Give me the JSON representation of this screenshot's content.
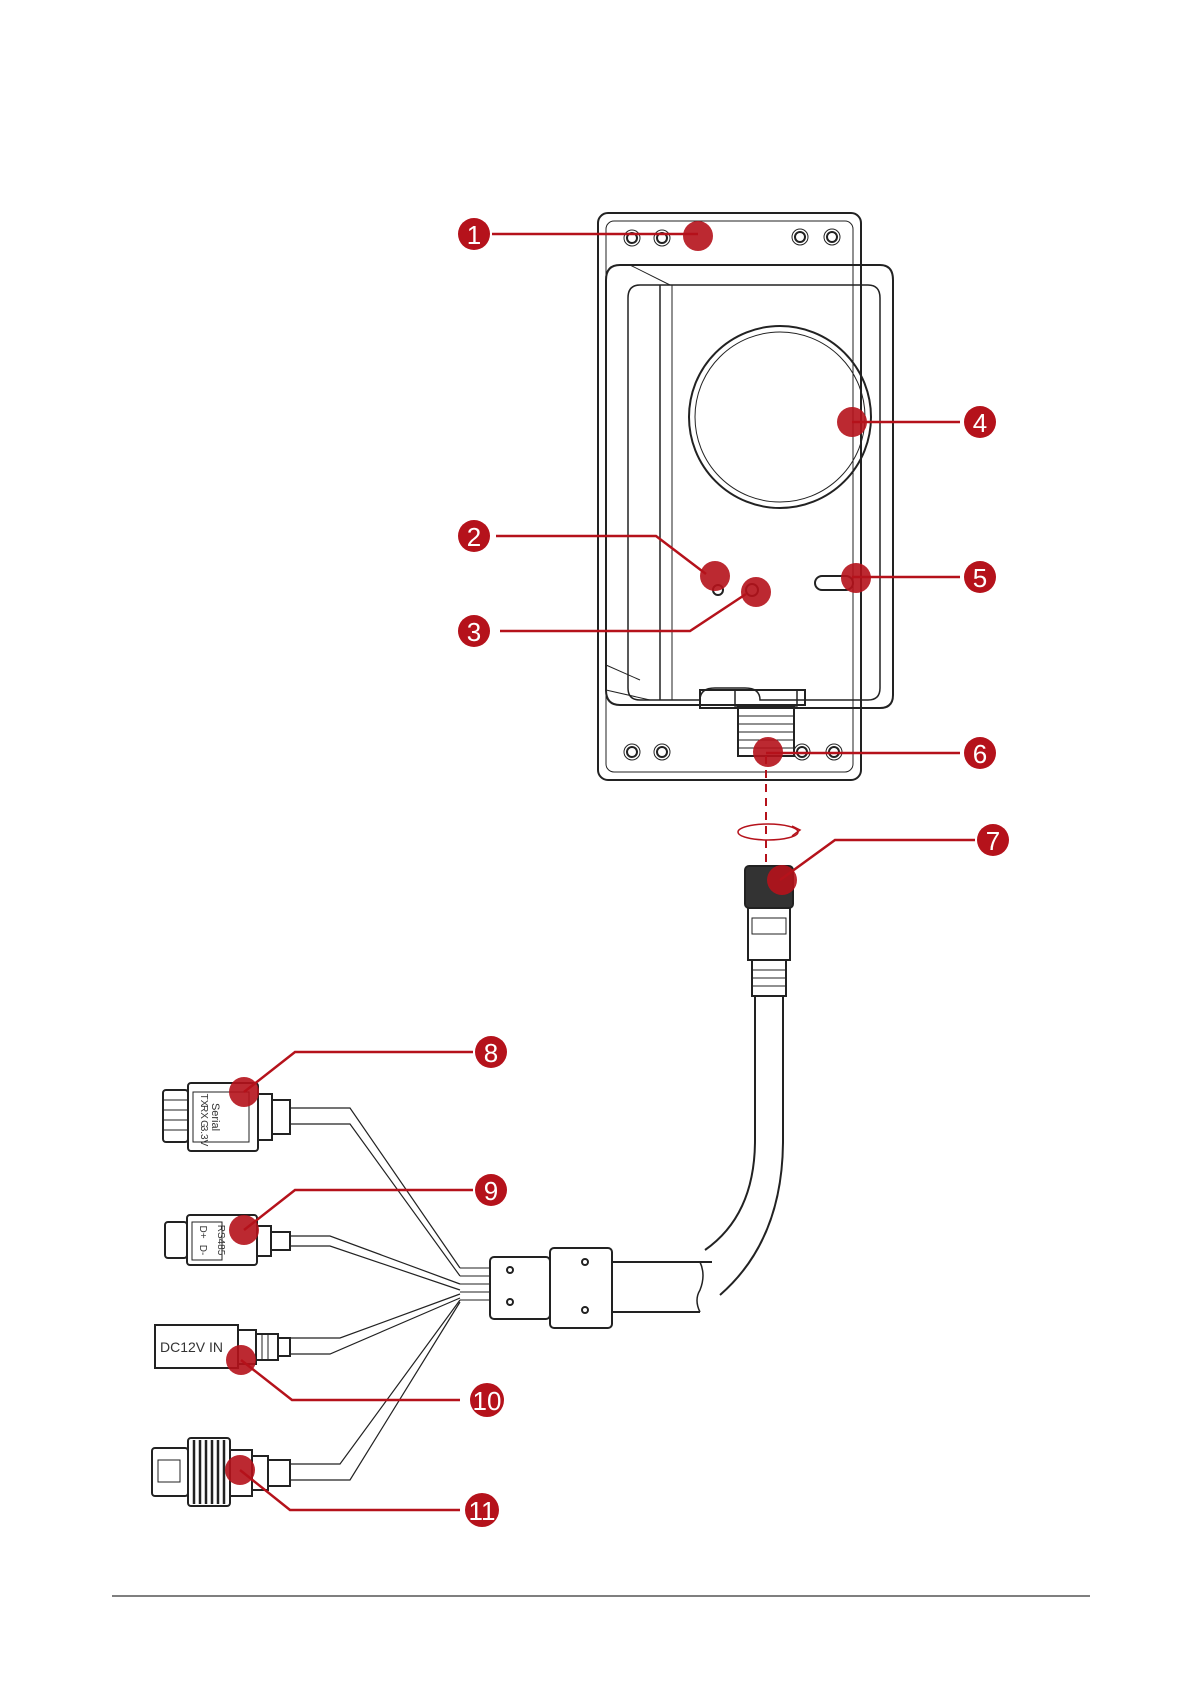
{
  "callouts": [
    {
      "id": "1",
      "label": "1"
    },
    {
      "id": "2",
      "label": "2"
    },
    {
      "id": "3",
      "label": "3"
    },
    {
      "id": "4",
      "label": "4"
    },
    {
      "id": "5",
      "label": "5"
    },
    {
      "id": "6",
      "label": "6"
    },
    {
      "id": "7",
      "label": "7"
    },
    {
      "id": "8",
      "label": "8"
    },
    {
      "id": "9",
      "label": "9"
    },
    {
      "id": "10",
      "label": "10"
    },
    {
      "id": "11",
      "label": "11"
    }
  ],
  "connector_labels": {
    "serial_title": "Serial",
    "serial_pins": [
      "TX",
      "RX",
      "G",
      "3.3V"
    ],
    "rs485_title": "RS485",
    "rs485_pins": [
      "D+",
      "D-"
    ],
    "power": "DC12V IN"
  },
  "colors": {
    "callout": "#b5121b",
    "leader": "#b5121b",
    "outline": "#222222",
    "rule": "#555555"
  }
}
